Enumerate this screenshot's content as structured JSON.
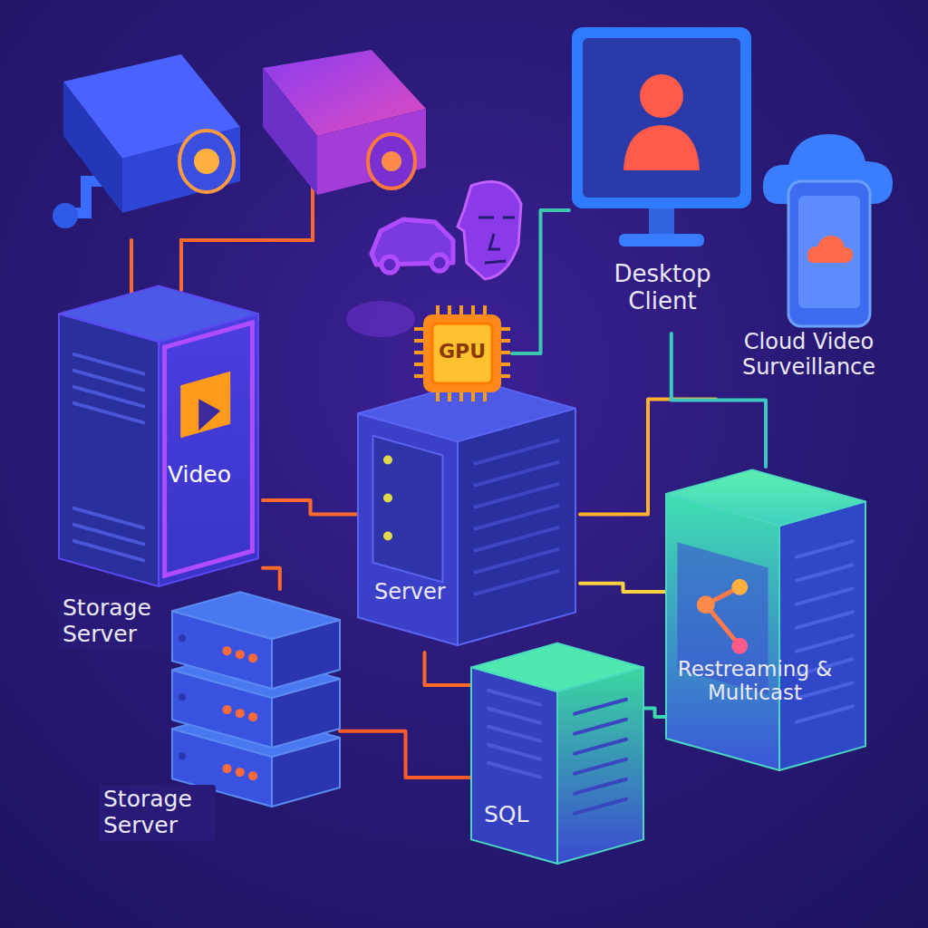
{
  "diagram": {
    "nodes": [
      {
        "text": [
          "Desktop Client"
        ]
      },
      {
        "text": [
          "Cloud Video Surveillance"
        ]
      },
      {
        "text": [
          "Video",
          "Storage Server"
        ]
      },
      {
        "text": [
          "GPU"
        ]
      },
      {
        "text": [
          "Server"
        ]
      },
      {
        "text": [
          "Restreaming & Multicast"
        ]
      },
      {
        "text": [
          "Storage Server"
        ]
      },
      {
        "text": [
          "SQL"
        ]
      }
    ],
    "edges": [
      {
        "from": 2,
        "to": 4,
        "arrow": "none"
      },
      {
        "from": 3,
        "to": 0,
        "arrow": "none"
      },
      {
        "from": 4,
        "to": 1,
        "arrow": "none"
      },
      {
        "from": 4,
        "to": 5,
        "arrow": "none"
      },
      {
        "from": 2,
        "to": 6,
        "arrow": "none"
      },
      {
        "from": 6,
        "to": 7,
        "arrow": "none"
      },
      {
        "from": 4,
        "to": 7,
        "arrow": "none"
      },
      {
        "from": 7,
        "to": 5,
        "arrow": "none"
      },
      {
        "from": 0,
        "to": 5,
        "arrow": "none"
      }
    ]
  }
}
